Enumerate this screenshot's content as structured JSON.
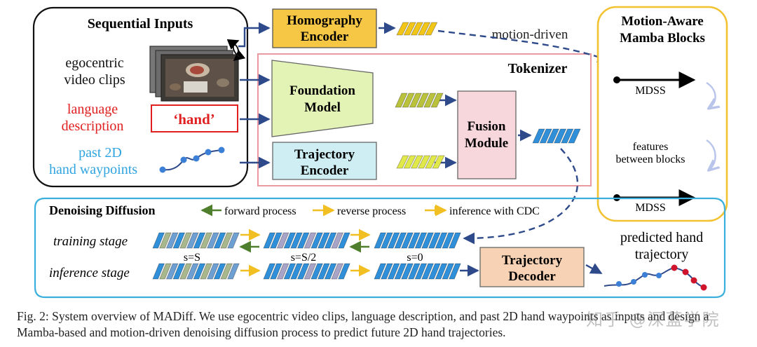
{
  "sequential_inputs": {
    "title": "Sequential Inputs",
    "video_label": [
      "egocentric",
      "video clips"
    ],
    "language_label": [
      "language",
      "description"
    ],
    "hand_token": "‘hand’",
    "waypoints_label": [
      "past 2D",
      "hand waypoints"
    ]
  },
  "homography_encoder": [
    "Homography",
    "Encoder"
  ],
  "motion_driven_label": "motion-driven",
  "tokenizer": {
    "title": "Tokenizer",
    "foundation_model": [
      "Foundation",
      "Model"
    ],
    "trajectory_encoder": [
      "Trajectory",
      "Encoder"
    ],
    "fusion_module": [
      "Fusion",
      "Module"
    ]
  },
  "mamba": {
    "title": [
      "Motion-Aware",
      "Mamba Blocks"
    ],
    "mdss_top": "MDSS",
    "features_label": [
      "features",
      "between blocks"
    ],
    "mdss_bottom": "MDSS",
    "predicted": [
      "predicted hand",
      "trajectory"
    ]
  },
  "diffusion": {
    "title": "Denoising Diffusion",
    "legend_forward": "forward process",
    "legend_reverse": "reverse process",
    "legend_inference": "inference with CDC",
    "training_stage": "training stage",
    "inference_stage": "inference stage",
    "s_S": "s=S",
    "s_S2": "s=S/2",
    "s_0": "s=0",
    "trajectory_decoder": [
      "Trajectory",
      "Decoder"
    ]
  },
  "colors": {
    "homography_fill": "#f6c744",
    "foundation_fill": "#e3f3b6",
    "trajectory_enc_fill": "#cfeef3",
    "fusion_fill": "#f8d7dc",
    "decoder_fill": "#f8d2b4",
    "tokenizer_border": "#e89aa0",
    "mamba_border": "#f2c230",
    "diffusion_border": "#3bb0dc",
    "arrow_blue": "#2f4a8a",
    "token_blue": "#2f8fd8",
    "token_yellow": "#f2c618",
    "token_olive": "#b9c23a",
    "token_lime": "#e1e84a",
    "forward_green": "#4f7f2c",
    "reverse_yellow": "#f2bf22",
    "language_red": "#e02020",
    "waypoint_blue": "#2fa4e0"
  },
  "caption": "Fig. 2: System overview of MADiff. We use egocentric video clips, language description, and past 2D hand waypoints as inputs and design a Mamba-based and motion-driven denoising diffusion process to predict future 2D hand trajectories.",
  "watermark": "知乎 @深蓝学院"
}
